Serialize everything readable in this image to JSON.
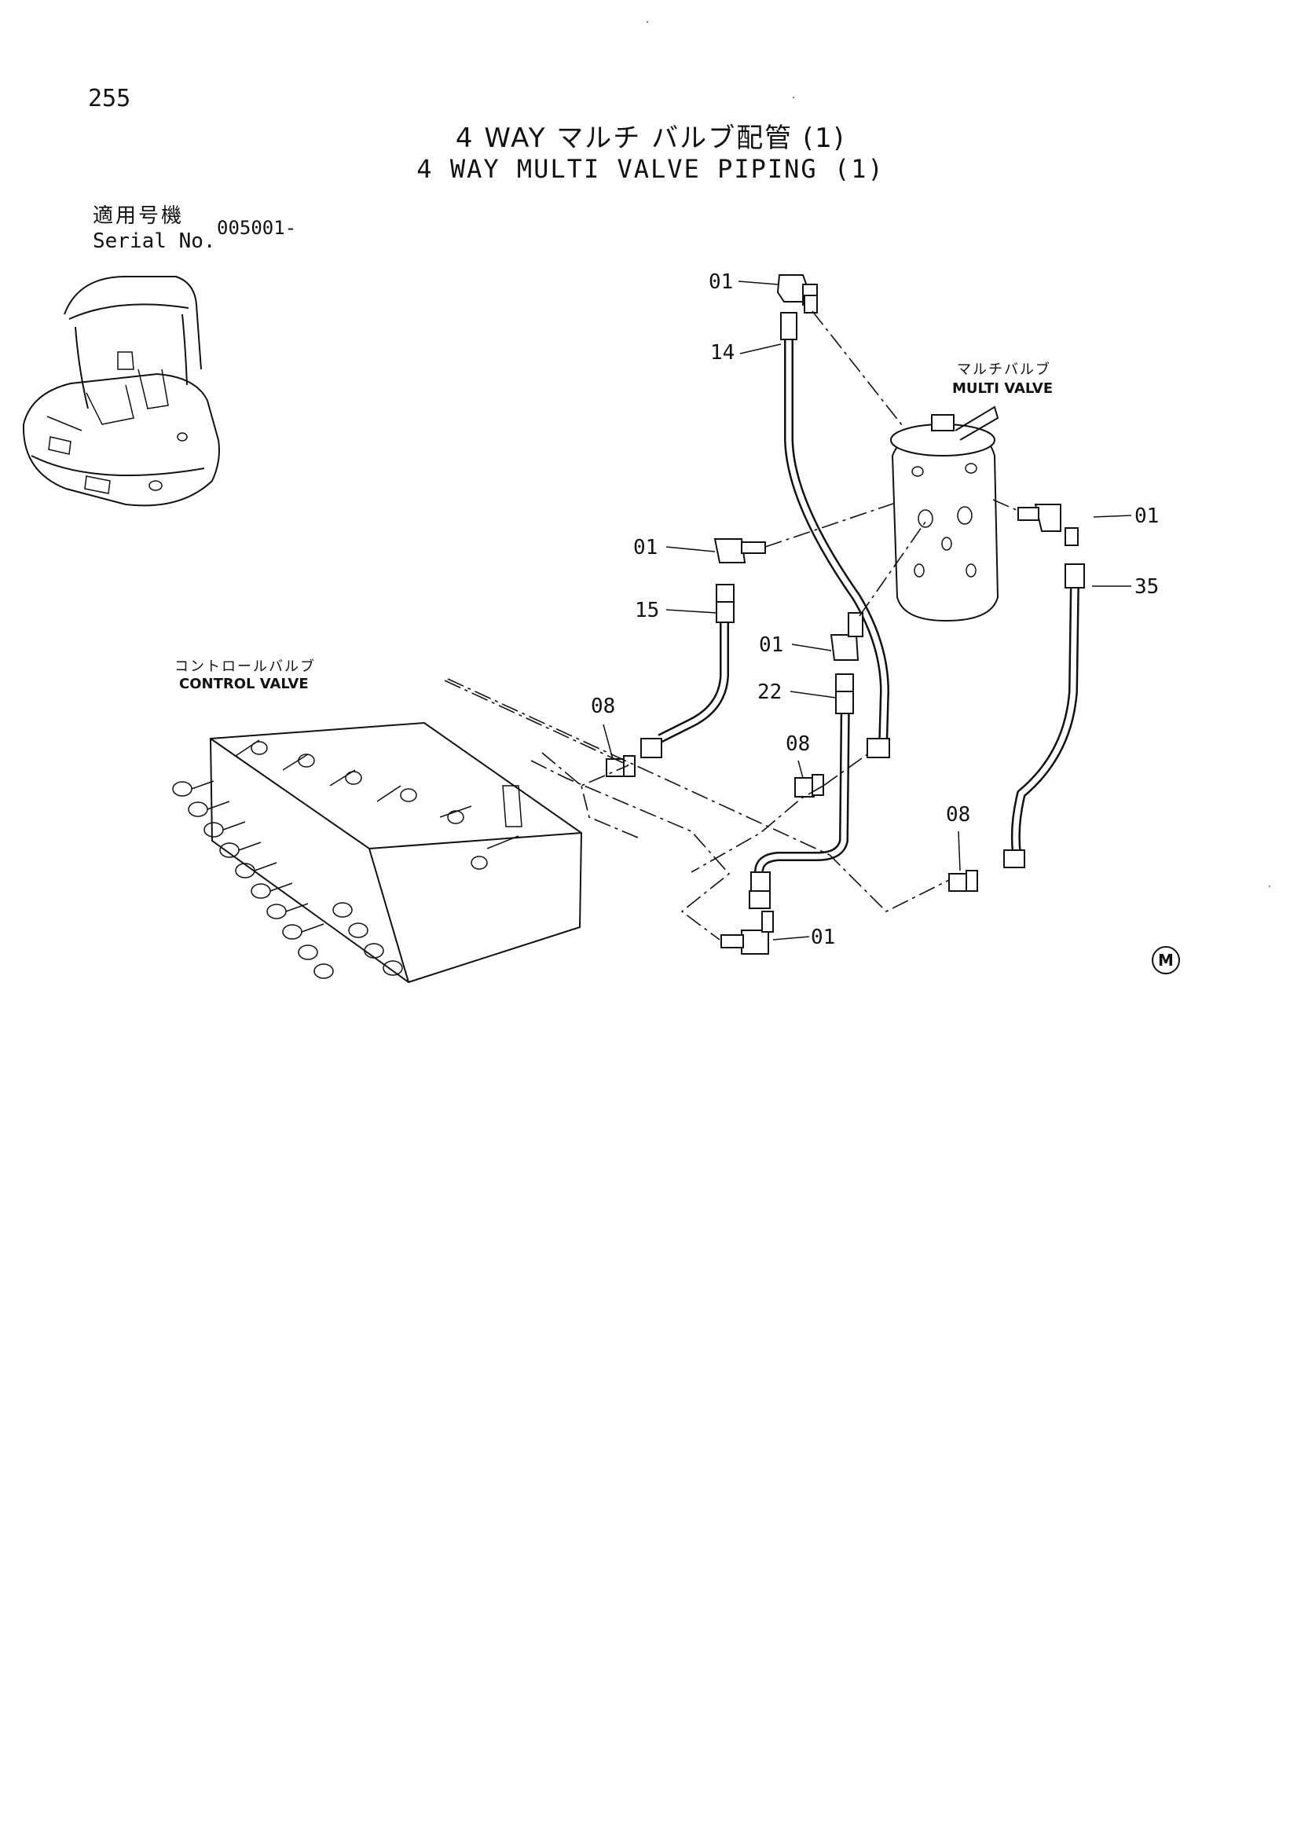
{
  "page_number": "255",
  "title_jp": "4 WAY マルチ バルブ配管 (1)",
  "title_en": "4 WAY MULTI VALVE PIPING (1)",
  "serial": {
    "label_jp": "適用号機",
    "label_en": "Serial No.",
    "value": "005001-"
  },
  "components": {
    "multi_valve": {
      "jp": "マルチバルブ",
      "en": "MULTI VALVE"
    },
    "control_valve": {
      "jp": "コントロールバルブ",
      "en": "CONTROL VALVE"
    }
  },
  "callouts": [
    "01",
    "14",
    "01",
    "01",
    "15",
    "35",
    "01",
    "22",
    "08",
    "08",
    "08",
    "01"
  ],
  "mark": "M"
}
